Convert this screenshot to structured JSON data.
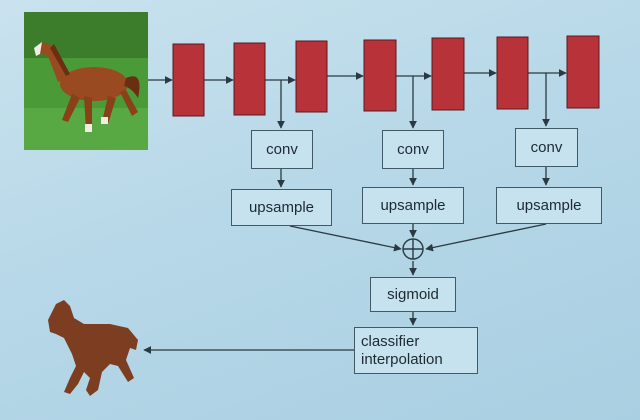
{
  "diagram": {
    "boxes": {
      "conv": [
        "conv",
        "conv",
        "conv"
      ],
      "upsample": [
        "upsample",
        "upsample",
        "upsample"
      ],
      "sigmoid": "sigmoid",
      "classifier_line1": "classifier",
      "classifier_line2": "interpolation"
    },
    "layer_count": 7,
    "colors": {
      "layer_fill": "#b8323a",
      "layer_stroke": "#5a1a1e",
      "line": "#2b3a42",
      "box_fill": "#c6e2ee",
      "grass": "#3f8a32",
      "horse": "#8a3e1c"
    },
    "images": {
      "input": "horse-photo",
      "output": "horse-segmentation-mask"
    }
  }
}
